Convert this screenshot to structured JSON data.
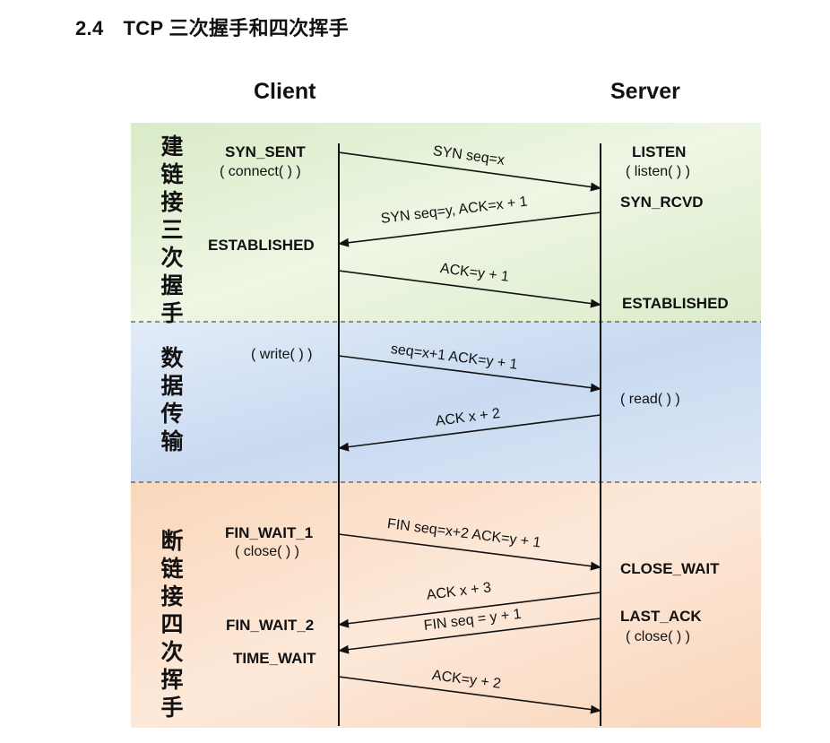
{
  "heading": {
    "number": "2.4",
    "text": "TCP 三次握手和四次挥手"
  },
  "columns": {
    "client": "Client",
    "server": "Server"
  },
  "phases": {
    "handshake": "建链接三次握手",
    "transfer": "数据传输",
    "teardown": "断链接四次挥手"
  },
  "client_labels": {
    "syn_sent": "SYN_SENT",
    "connect": "( connect( ) )",
    "established": "ESTABLISHED",
    "write": "( write( ) )",
    "fin_wait_1": "FIN_WAIT_1",
    "close": "( close( ) )",
    "fin_wait_2": "FIN_WAIT_2",
    "time_wait": "TIME_WAIT"
  },
  "server_labels": {
    "listen": "LISTEN",
    "listen_call": "( listen( ) )",
    "syn_rcvd": "SYN_RCVD",
    "established": "ESTABLISHED",
    "read": "( read( ) )",
    "close_wait": "CLOSE_WAIT",
    "last_ack": "LAST_ACK",
    "close": "( close( ) )"
  },
  "messages": {
    "m1": "SYN seq=x",
    "m2": "SYN seq=y, ACK=x + 1",
    "m3": "ACK=y + 1",
    "m4": "seq=x+1 ACK=y + 1",
    "m5": "ACK x + 2",
    "m6": "FIN seq=x+2 ACK=y + 1",
    "m7": "ACK x + 3",
    "m8": "FIN seq = y + 1",
    "m9": "ACK=y + 2"
  },
  "colors": {
    "handshake_bg": "#e2efd3",
    "transfer_bg": "#d9e5f5",
    "teardown_bg": "#fbdcc4",
    "line": "#111111"
  }
}
